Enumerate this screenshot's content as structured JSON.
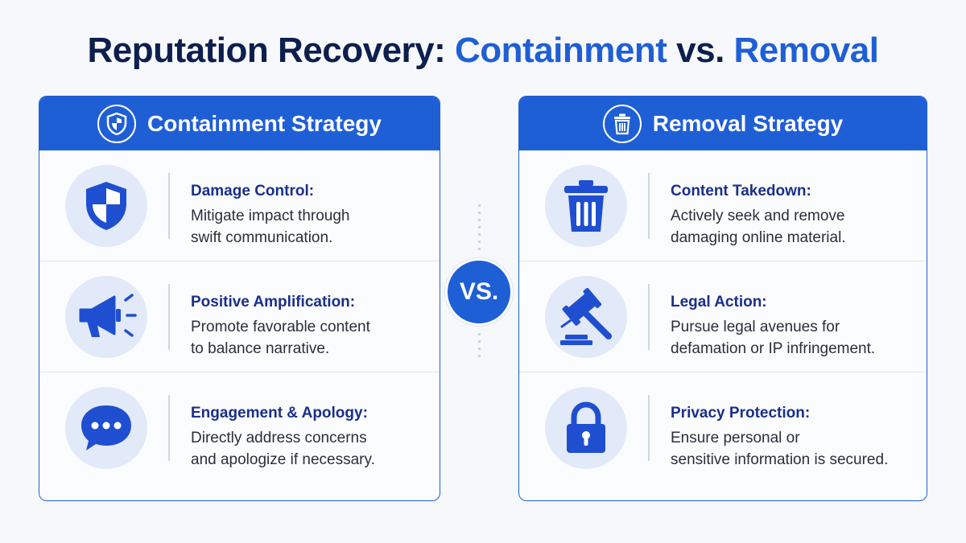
{
  "title": {
    "part1": "Reputation Recovery: ",
    "part2": "Containment",
    "part3": " vs. ",
    "part4": "Removal"
  },
  "colors": {
    "primary": "#1f5fd6",
    "dark": "#0d1f4f",
    "icon_bg": "#e2e9f8"
  },
  "vs_label": "VS.",
  "left_panel": {
    "header": "Containment Strategy",
    "header_icon": "shield-icon",
    "rows": [
      {
        "icon": "shield-icon",
        "title": "Damage Control:",
        "desc_line1": "Mitigate impact through",
        "desc_line2": "swift communication."
      },
      {
        "icon": "megaphone-icon",
        "title": "Positive Amplification:",
        "desc_line1": "Promote favorable content",
        "desc_line2": "to balance narrative."
      },
      {
        "icon": "chat-bubble-icon",
        "title": "Engagement & Apology:",
        "desc_line1": "Directly address concerns",
        "desc_line2": "and apologize if necessary."
      }
    ]
  },
  "right_panel": {
    "header": "Removal Strategy",
    "header_icon": "trash-icon",
    "rows": [
      {
        "icon": "trash-icon",
        "title": "Content Takedown:",
        "desc_line1": "Actively seek and remove",
        "desc_line2": "damaging online material."
      },
      {
        "icon": "gavel-icon",
        "title": "Legal Action:",
        "desc_line1": "Pursue legal avenues for",
        "desc_line2": "defamation or IP infringement."
      },
      {
        "icon": "padlock-icon",
        "title": "Privacy Protection:",
        "desc_line1": "Ensure personal or",
        "desc_line2": "sensitive information is secured."
      }
    ]
  }
}
